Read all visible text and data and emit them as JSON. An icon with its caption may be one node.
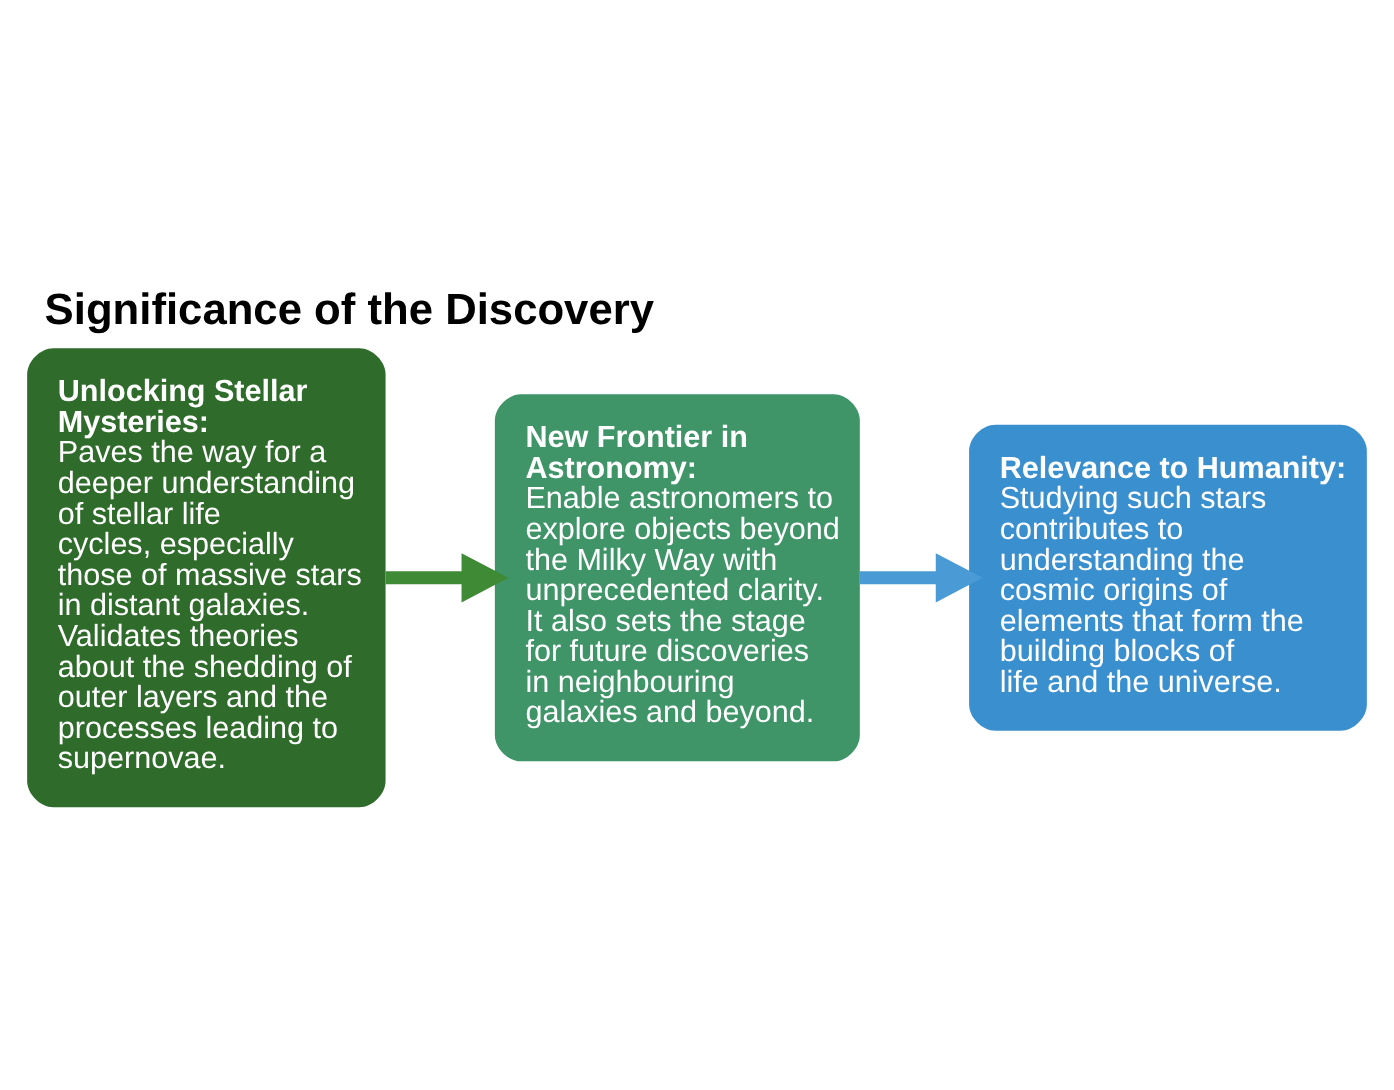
{
  "diagram": {
    "title": "Significance of the Discovery",
    "nodes": [
      {
        "text": [
          "Unlocking Stellar Mysteries:",
          "Paves the way for a deeper understanding of stellar life cycles, especially those of massive stars in distant galaxies. Validates theories about the shedding of outer layers and the processes leading to supernovae."
        ]
      },
      {
        "text": [
          "New Frontier in Astronomy:",
          "Enable astronomers to explore objects beyond the Milky Way with unprecedented clarity. It also sets the stage for future discoveries in neighbouring galaxies and beyond."
        ]
      },
      {
        "text": [
          "Relevance to Humanity:",
          "Studying such stars contributes to understanding the cosmic origins of elements that form the building blocks of life and the universe."
        ]
      }
    ],
    "edges": [
      {
        "from": 0,
        "to": 1,
        "arrow": "to",
        "color": "#3f8a35"
      },
      {
        "from": 1,
        "to": 2,
        "arrow": "to",
        "color": "#4a9ad6"
      }
    ]
  }
}
